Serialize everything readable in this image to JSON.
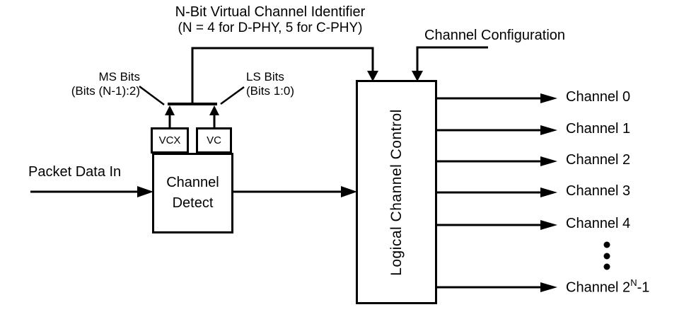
{
  "diagram": {
    "title_line1": "N-Bit Virtual Channel Identifier",
    "title_line2": "(N = 4 for D-PHY, 5 for C-PHY)",
    "channel_configuration_label": "Channel Configuration",
    "packet_data_in_label": "Packet Data In",
    "ms_bits_line1": "MS Bits",
    "ms_bits_line2": "(Bits (N-1):2)",
    "ls_bits_line1": "LS Bits",
    "ls_bits_line2": "(Bits 1:0)",
    "vcx_register_label": "VCX",
    "vc_register_label": "VC",
    "channel_detect_line1": "Channel",
    "channel_detect_line2": "Detect",
    "logical_channel_control_label": "Logical Channel Control",
    "channels": [
      "Channel 0",
      "Channel 1",
      "Channel 2",
      "Channel 3",
      "Channel 4"
    ],
    "last_channel": {
      "base": "Channel 2",
      "sup": "N",
      "suffix": "-1"
    },
    "colors": {
      "line": "#000000",
      "background": "#ffffff",
      "text": "#000000"
    }
  }
}
